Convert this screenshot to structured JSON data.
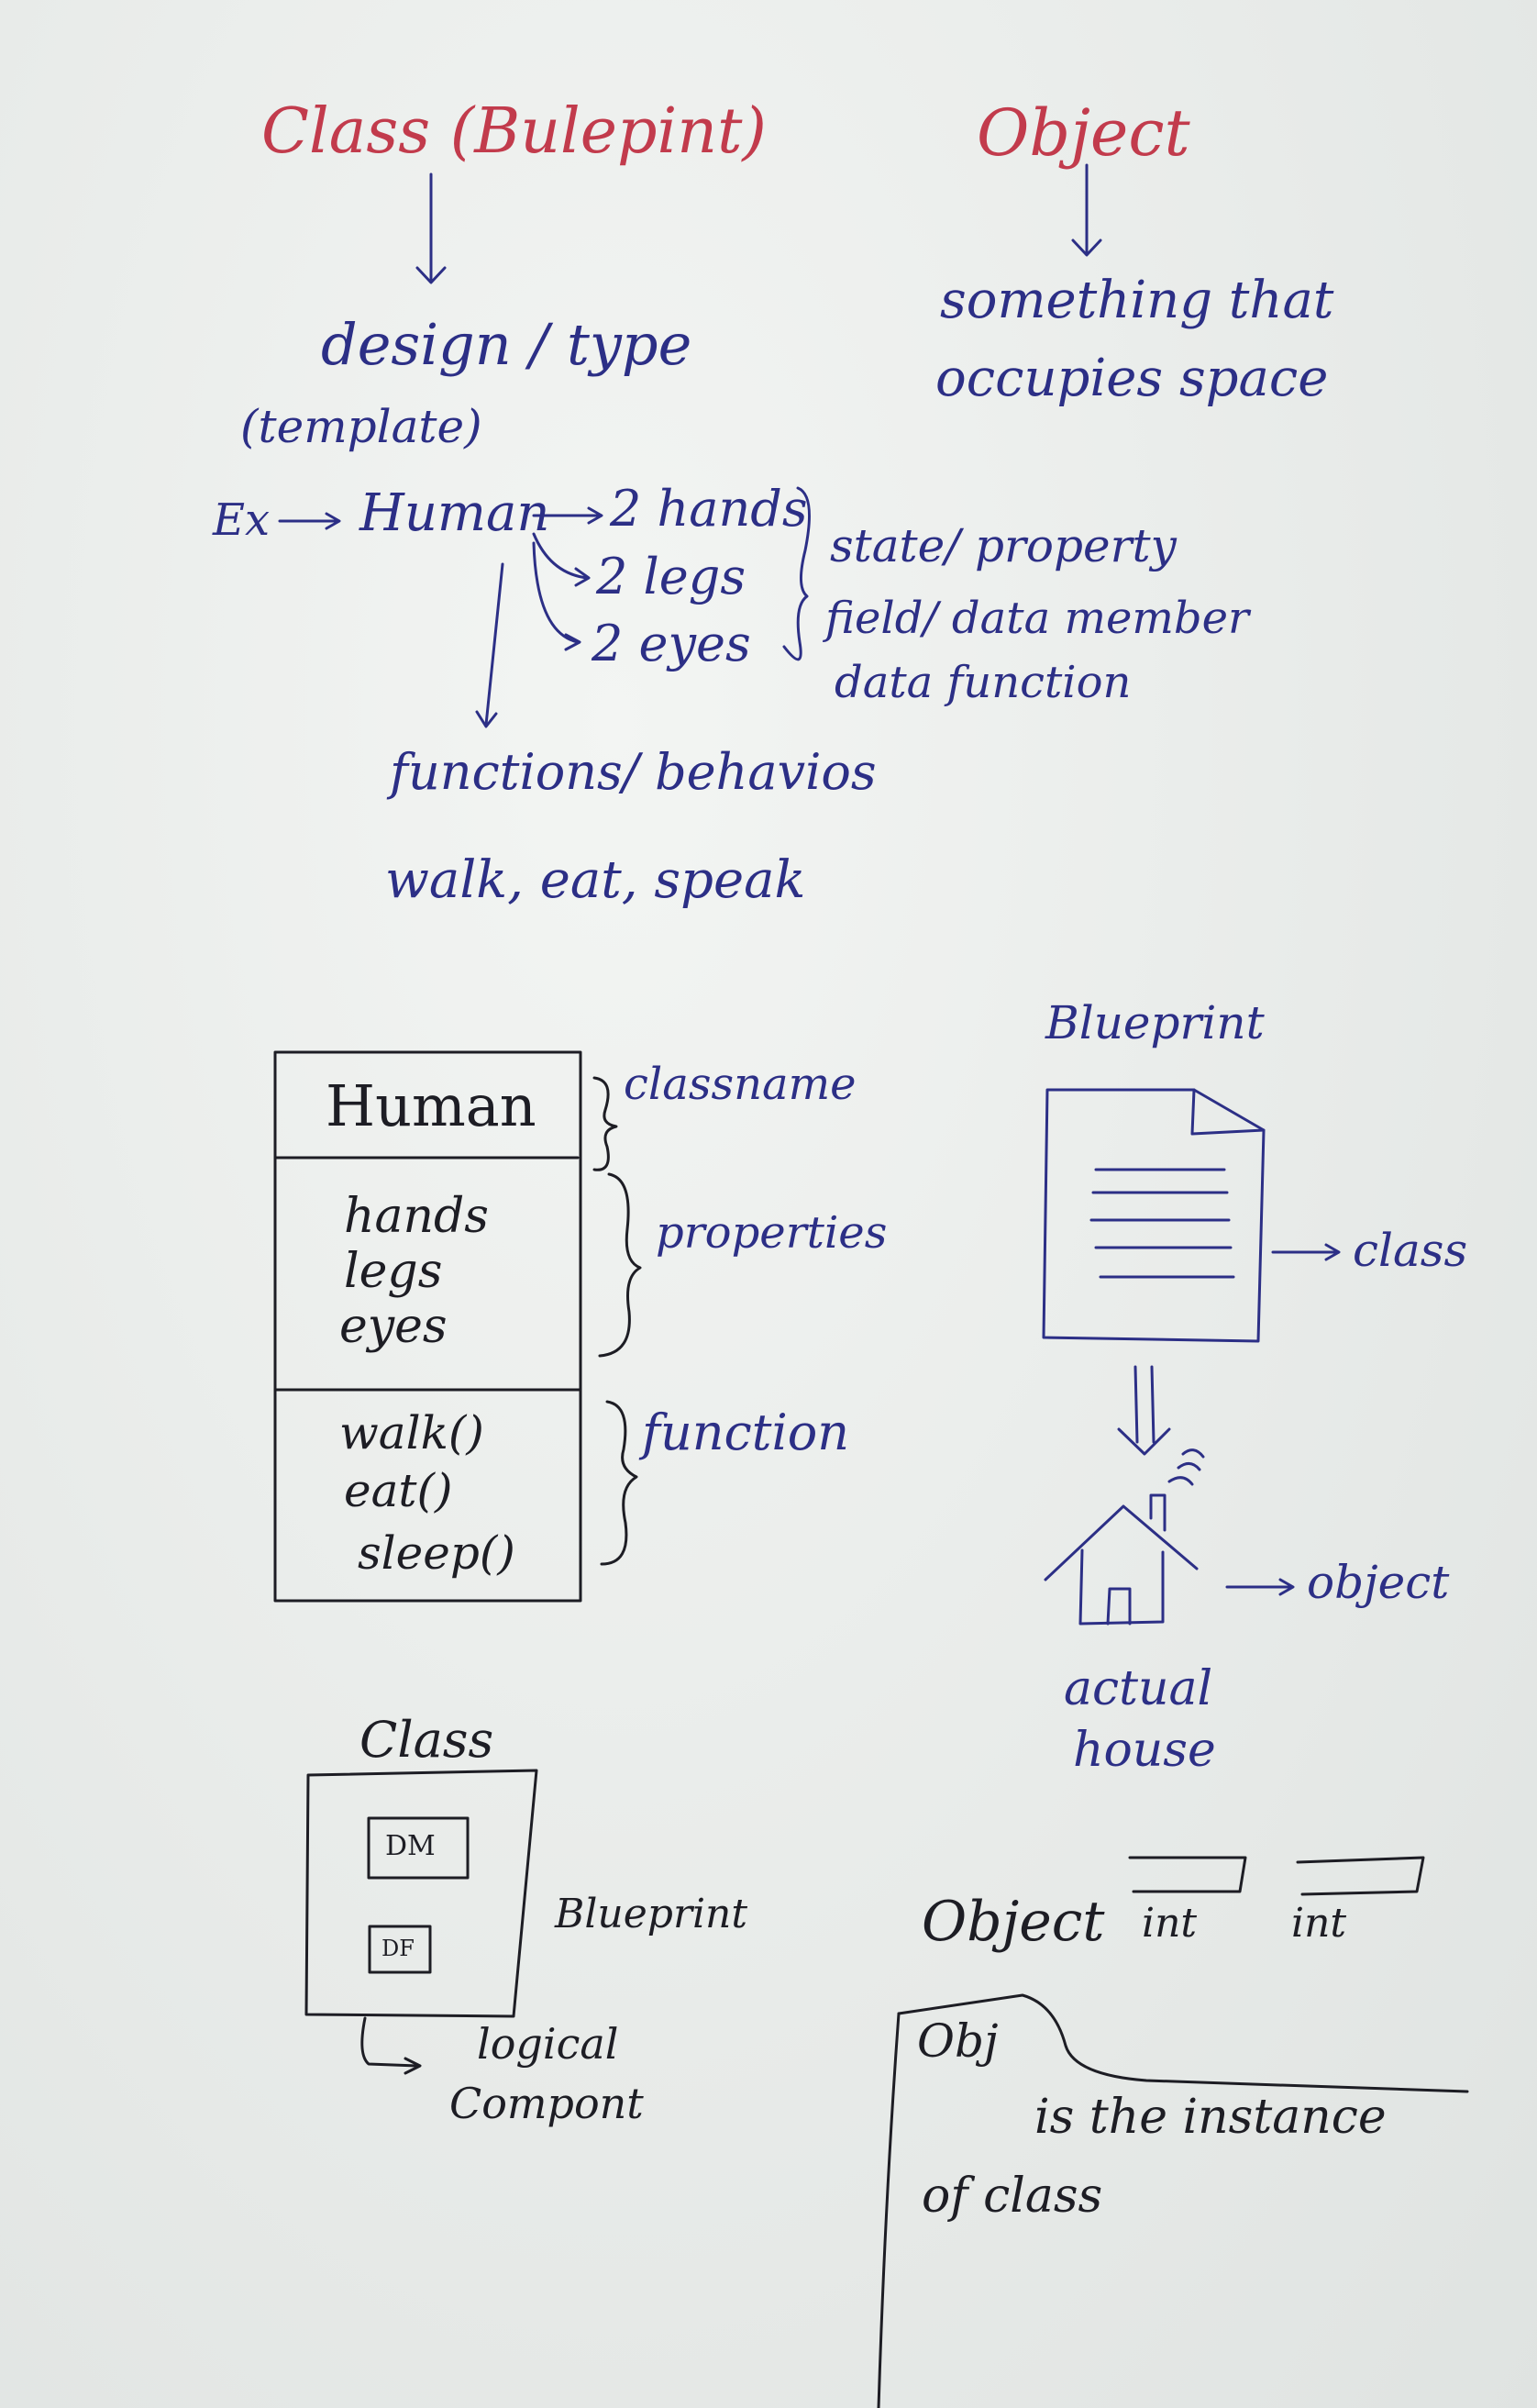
{
  "top": {
    "class_heading": "Class (Bulepint)",
    "object_heading": "Object",
    "class_desc": "design / type",
    "class_template": "(template)",
    "object_desc_line1": "something that",
    "object_desc_line2": "occupies space"
  },
  "example": {
    "prefix": "Ex",
    "subject": "Human",
    "properties": [
      "2 hands",
      "2 legs",
      "2 eyes"
    ],
    "property_terms": [
      "state/ property",
      "field/ data member",
      "data function"
    ],
    "functions_label": "functions/ behavios",
    "functions_list": "walk, eat, speak"
  },
  "class_box": {
    "name": "Human",
    "properties": [
      "hands",
      "legs",
      "eyes"
    ],
    "methods": [
      "walk()",
      "eat()",
      "sleep()"
    ],
    "label_name": "classname",
    "label_properties": "properties",
    "label_methods": "function"
  },
  "blueprint_diagram": {
    "title": "Blueprint",
    "class_label": "class",
    "object_label": "object",
    "caption_line1": "actual",
    "caption_line2": "house"
  },
  "logical": {
    "title": "Class",
    "dm": "DM",
    "df": "DF",
    "side_label": "Blueprint",
    "note_line1": "logical",
    "note_line2": "Compont"
  },
  "instance": {
    "object_label": "Object",
    "int1": "int",
    "int2": "int",
    "obj": "Obj",
    "line1": "is the instance",
    "line2": "of class"
  },
  "colors": {
    "blue_ink": "#2c2f86",
    "red_ink": "#c23b4c",
    "black_ink": "#1d1d24",
    "paper": "#eceeec"
  }
}
